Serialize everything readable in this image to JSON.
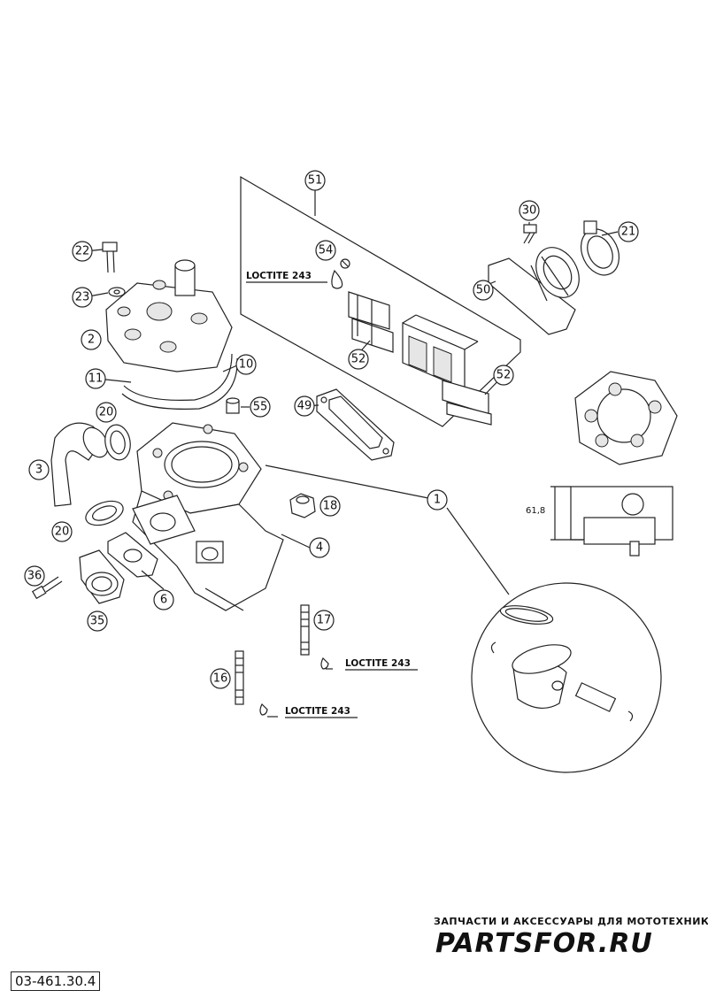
{
  "callouts": [
    {
      "id": "51",
      "label": "51"
    },
    {
      "id": "30",
      "label": "30"
    },
    {
      "id": "21",
      "label": "21"
    },
    {
      "id": "22",
      "label": "22"
    },
    {
      "id": "54",
      "label": "54"
    },
    {
      "id": "23",
      "label": "23"
    },
    {
      "id": "50",
      "label": "50"
    },
    {
      "id": "2",
      "label": "2"
    },
    {
      "id": "52a",
      "label": "52"
    },
    {
      "id": "52b",
      "label": "52"
    },
    {
      "id": "11",
      "label": "11"
    },
    {
      "id": "10",
      "label": "10"
    },
    {
      "id": "49",
      "label": "49"
    },
    {
      "id": "55",
      "label": "55"
    },
    {
      "id": "20a",
      "label": "20"
    },
    {
      "id": "3",
      "label": "3"
    },
    {
      "id": "1",
      "label": "1"
    },
    {
      "id": "18",
      "label": "18"
    },
    {
      "id": "20b",
      "label": "20"
    },
    {
      "id": "4",
      "label": "4"
    },
    {
      "id": "36",
      "label": "36"
    },
    {
      "id": "6",
      "label": "6"
    },
    {
      "id": "35",
      "label": "35"
    },
    {
      "id": "17",
      "label": "17"
    },
    {
      "id": "16",
      "label": "16"
    }
  ],
  "notes": {
    "loctite_top": "LOCTITE 243",
    "loctite_mid": "LOCTITE 243",
    "loctite_bottom": "LOCTITE 243"
  },
  "dimension": {
    "value": "61,8"
  },
  "watermark": {
    "tagline": "ЗАПЧАСТИ И АКСЕССУАРЫ ДЛЯ МОТОТЕХНИКИ",
    "brand": "PARTSFOR.RU"
  },
  "part_number": "03-461.30.4",
  "colors": {
    "line": "#222222",
    "watermark": "#efb7bc",
    "background": "#ffffff"
  }
}
